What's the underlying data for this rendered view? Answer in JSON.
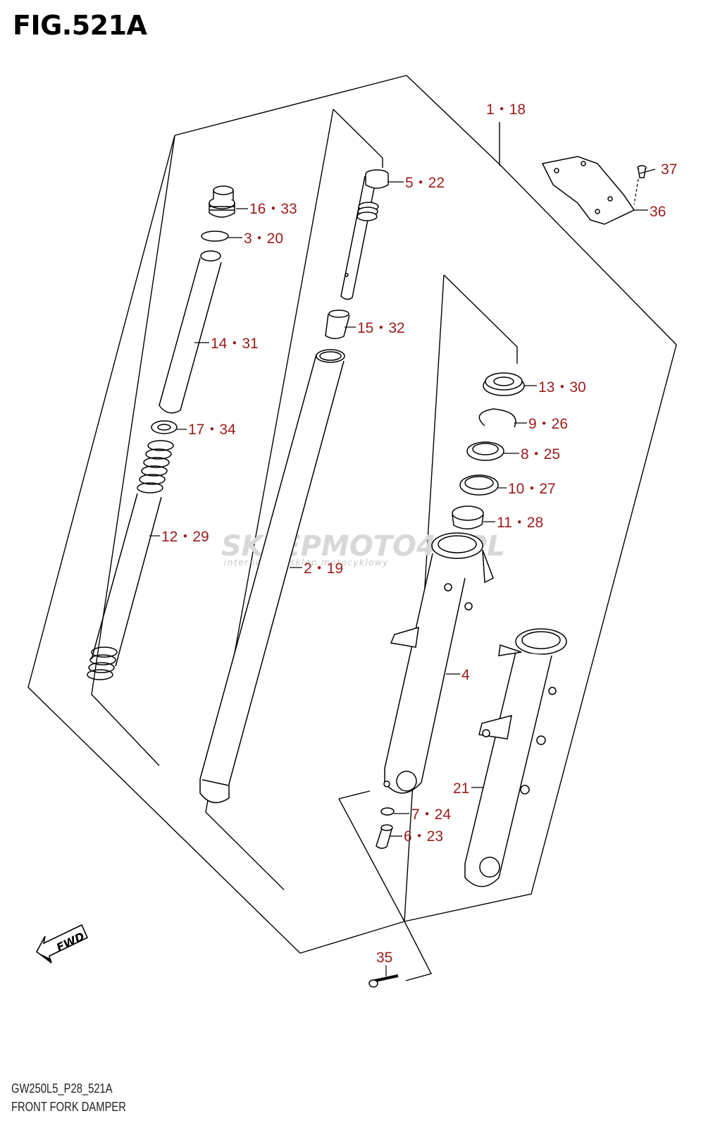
{
  "figure": {
    "title": "FIG.521A"
  },
  "callouts": [
    {
      "text": "1・18"
    },
    {
      "text": "37"
    },
    {
      "text": "36"
    },
    {
      "text": "5・22"
    },
    {
      "text": "16・33"
    },
    {
      "text": "3・20"
    },
    {
      "text": "14・31"
    },
    {
      "text": "15・32"
    },
    {
      "text": "13・30"
    },
    {
      "text": "9・26"
    },
    {
      "text": "8・25"
    },
    {
      "text": "17・34"
    },
    {
      "text": "10・27"
    },
    {
      "text": "11・28"
    },
    {
      "text": "12・29"
    },
    {
      "text": "2・19"
    },
    {
      "text": "4"
    },
    {
      "text": "21"
    },
    {
      "text": "7・24"
    },
    {
      "text": "6・23"
    },
    {
      "text": "35"
    }
  ],
  "fwd_label": "FWD",
  "watermark": {
    "main": "SKLEPMOTO46.PL",
    "sub": "internetowy sklep motocyklowy"
  },
  "footer": {
    "code": "GW250L5_P28_521A",
    "name": "FRONT FORK DAMPER"
  },
  "colors": {
    "callout": "#9b1b1b",
    "line": "#000000",
    "watermark": "#d8d8d8"
  }
}
